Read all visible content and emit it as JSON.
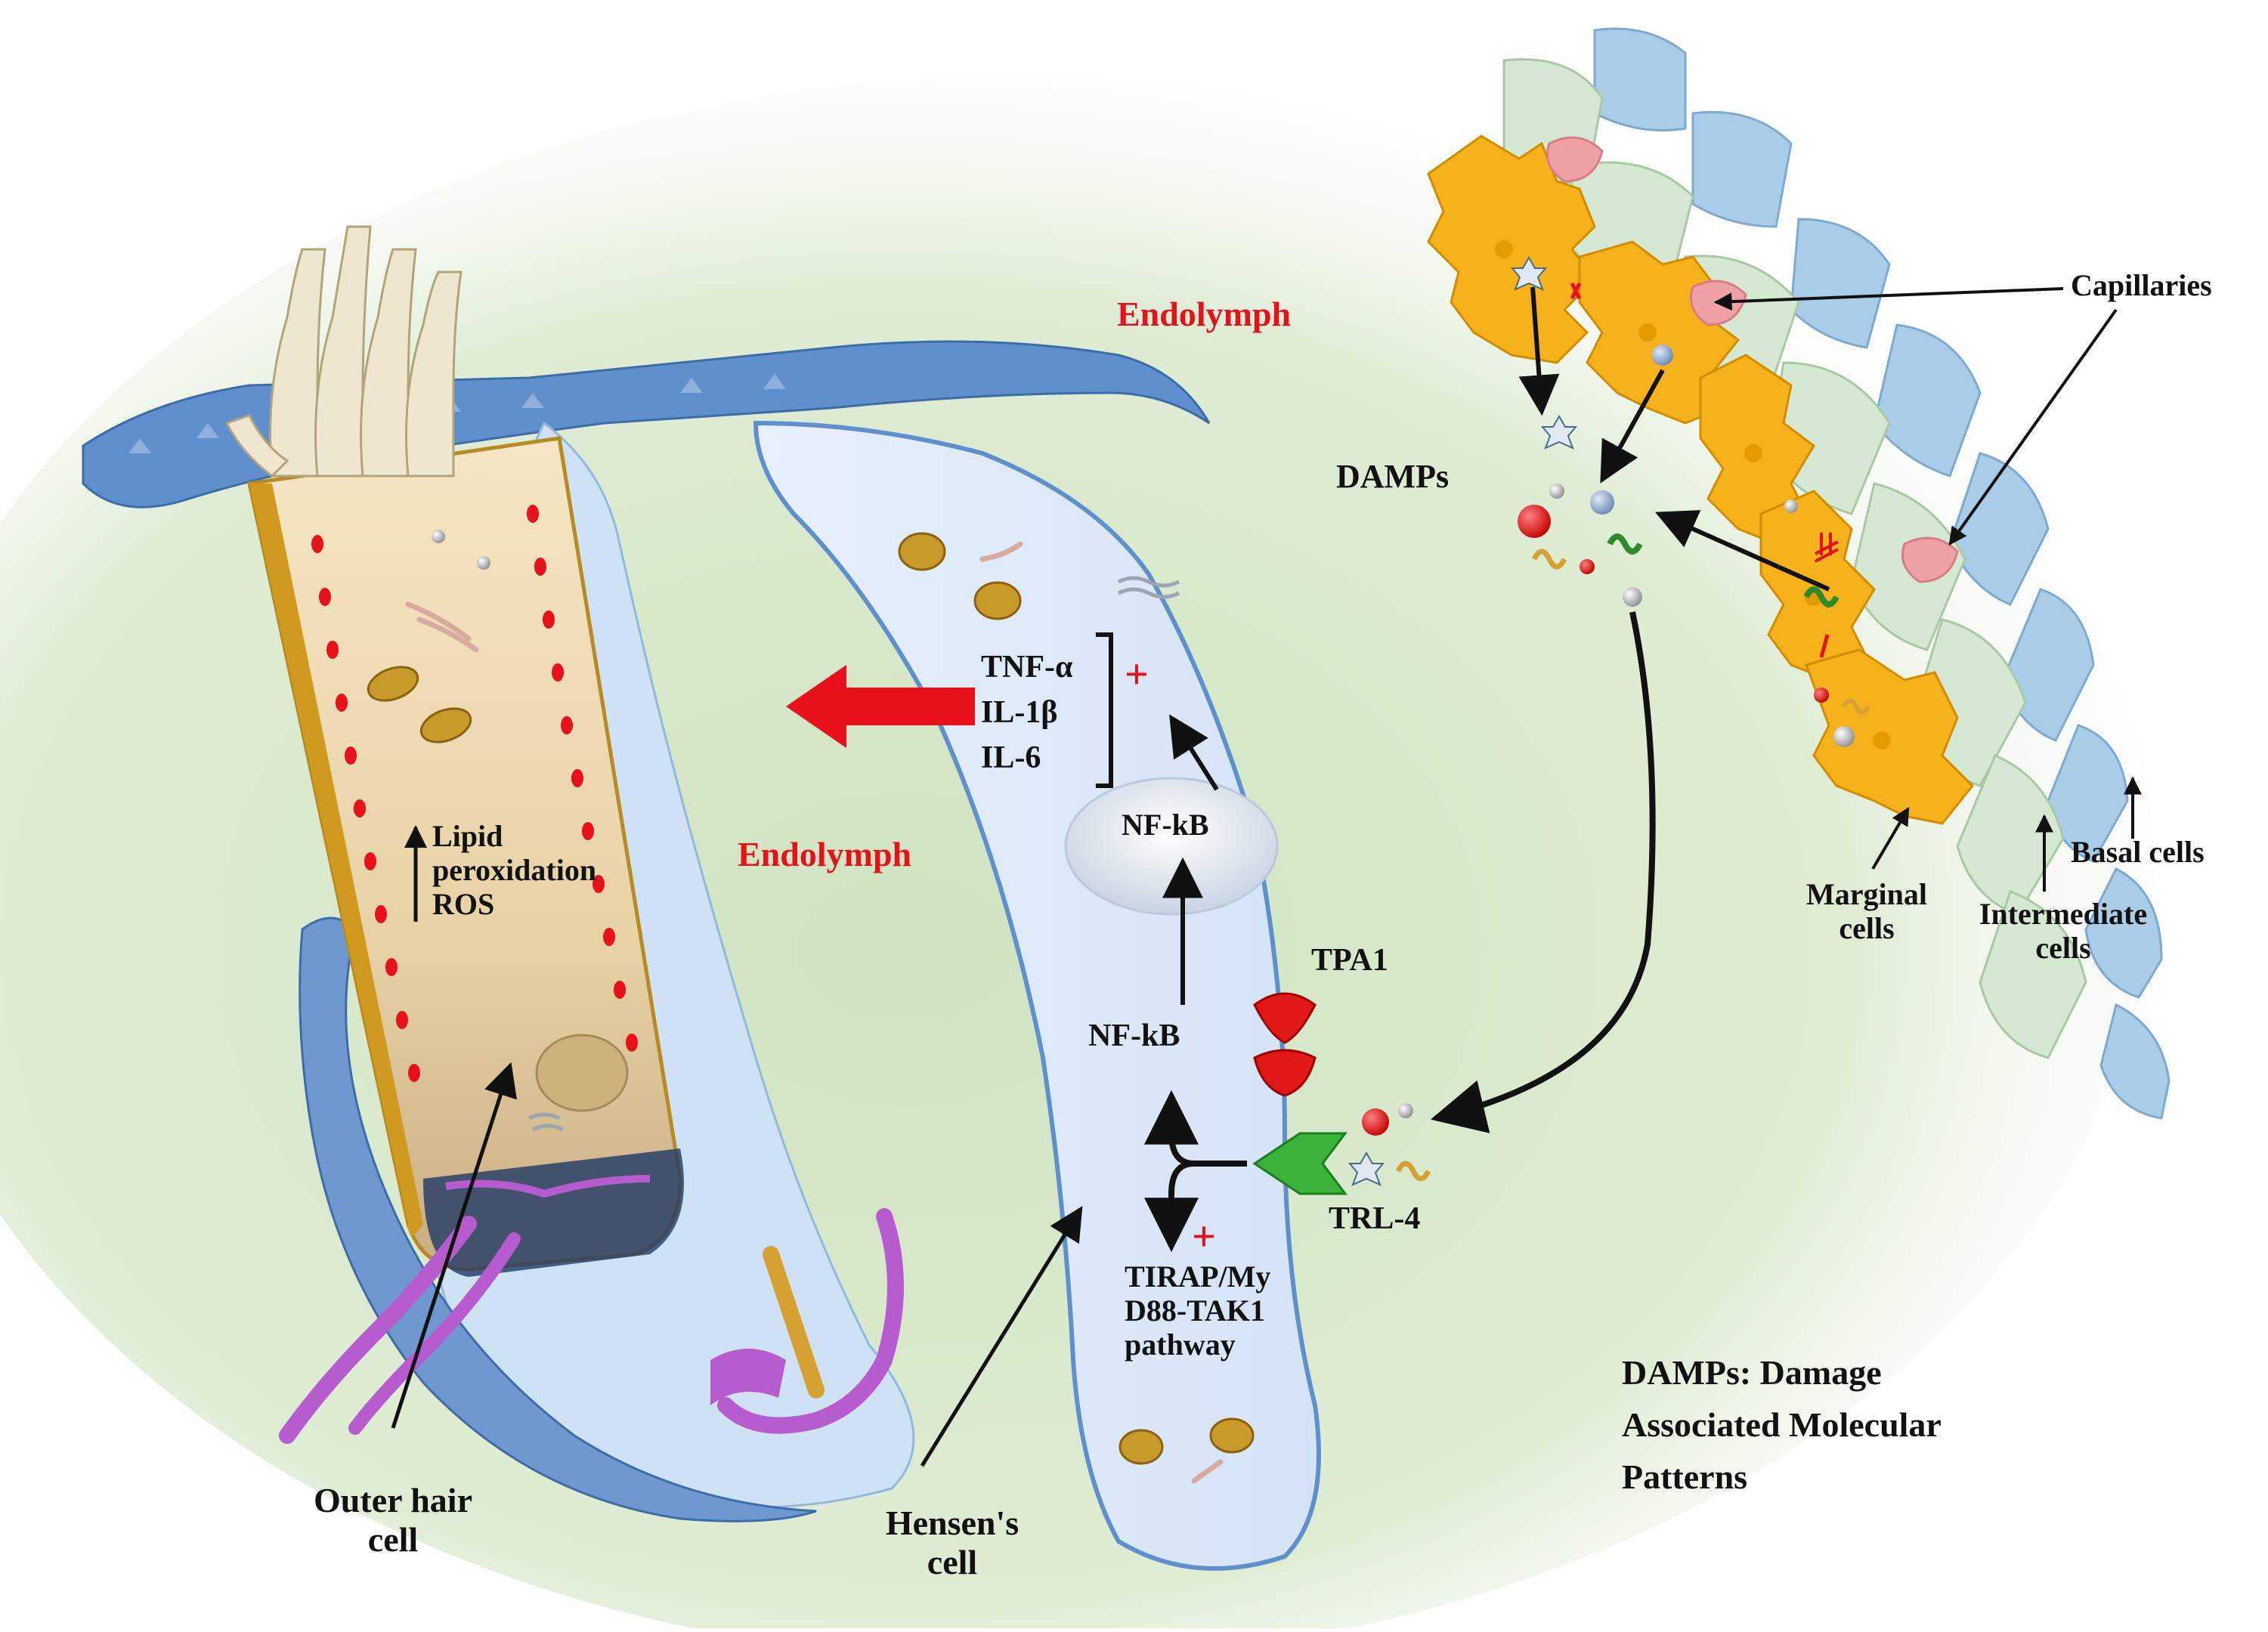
{
  "labels": {
    "endolymph_top": "Endolymph",
    "endolymph_mid": "Endolymph",
    "damps": "DAMPs",
    "capillaries": "Capillaries",
    "tnf": "TNF-α",
    "il1b": "IL-1β",
    "il6": "IL-6",
    "plus_cytokines": "+",
    "nfkb_nucleus": "NF-kB",
    "nfkb_cyto": "NF-kB",
    "tpa1": "TPA1",
    "trl4": "TRL-4",
    "plus_pathway": "+",
    "pathway_line1": "TIRAP/My",
    "pathway_line2": "D88-TAK1",
    "pathway_line3": "pathway",
    "lipid_line1": "Lipid",
    "lipid_line2": "peroxidation",
    "lipid_line3": "ROS",
    "outer_hair_line1": "Outer hair",
    "outer_hair_line2": "cell",
    "hensen_line1": "Hensen's",
    "hensen_line2": "cell",
    "marginal_line1": "Marginal",
    "marginal_line2": "cells",
    "intermediate_line1": "Intermediate",
    "intermediate_line2": "cells",
    "basal": "Basal cells",
    "legend_line1": "DAMPs: Damage",
    "legend_line2": "Associated Molecular",
    "legend_line3": "Patterns"
  },
  "colors": {
    "background_glow": "#cfe3c0",
    "hair_cell": "#f3e2bf",
    "hensen_cell": "#dde9f9",
    "membrane_blue": "#5f8fcc",
    "marginal_cell": "#f6b21a",
    "intermediate_cell": "#d5e8d2",
    "basal_cell": "#a9cde9",
    "capillary": "#f0a1a6",
    "accent_red": "#e8101a",
    "receptor_green": "#3bb33b",
    "neuron_purple": "#b65ccf"
  }
}
